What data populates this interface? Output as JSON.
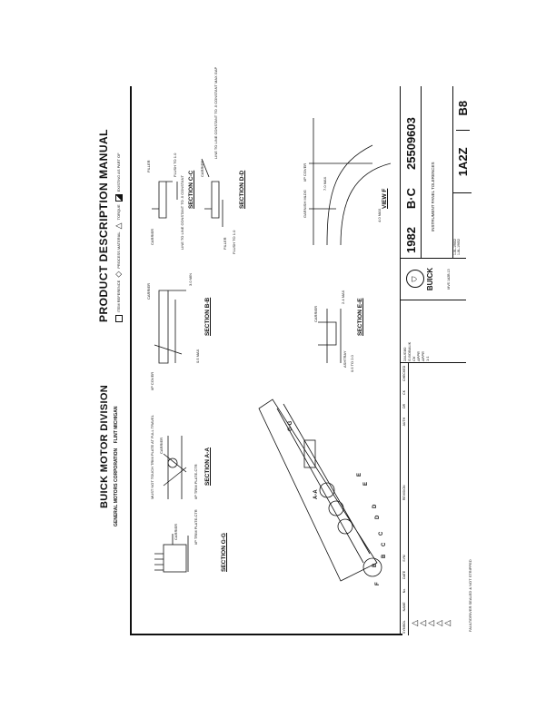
{
  "header": {
    "division": "BUICK MOTOR DIVISION",
    "corporation": "GENERAL MOTORS CORPORATION",
    "location": "FLINT MICHIGAN",
    "manual_title": "PRODUCT DESCRIPTION MANUAL",
    "legend": [
      "ITEM REFERENCE",
      "PROCESS MATERIAL",
      "TORQUE",
      "EXISTING AS PART OF"
    ]
  },
  "sections": {
    "gg": {
      "title": "SECTION G-G",
      "labels": [
        "CARRIER",
        "I/P TRIM PLATE-CTR"
      ]
    },
    "aa": {
      "title": "SECTION A-A",
      "labels": [
        "MUST NOT TOUCH TRIM PLATE AT FULL TRAVEL",
        "CARRIER",
        "I/P TRIM PLATE-CTR"
      ]
    },
    "bb": {
      "title": "SECTION B-B",
      "labels": [
        "I/P COVER",
        "CARRIER",
        "3.0 MIN",
        "0.5 MAX"
      ]
    },
    "cc": {
      "title": "SECTION C-C",
      "labels": [
        "CARRIER",
        "FILLER",
        "FLUSH TO 1.0",
        "LINE TO LINE CONSTANT TO .5 CONSTANT"
      ]
    },
    "dd": {
      "title": "SECTION D-D",
      "labels": [
        "FILLER",
        "CARRIER",
        "FLUSH TO 1.0",
        "LINE TO LINE CONSTANT TO .5 CONSTANT MAX GAP"
      ]
    },
    "ee": {
      "title": "SECTION E-E",
      "labels": [
        "CARRIER",
        "2.4 MAX",
        "0.5 TO 2.0",
        "ASHTRAY"
      ]
    },
    "f": {
      "title": "VIEW F",
      "labels": [
        "GARNISH MLDG",
        "I/P COVER",
        "7.0 MAX",
        "4.0 MAX"
      ]
    },
    "dash_callouts": [
      "G-G",
      "A-A",
      "E",
      "E",
      "D",
      "D",
      "C",
      "C",
      "B",
      "B",
      "F"
    ]
  },
  "title_block": {
    "rev_headers": [
      "SYMBOL",
      "NAME",
      "No.",
      "DATE",
      "SYM",
      "REVISION",
      "AUTH",
      "DR",
      "CK",
      "CHECKED"
    ],
    "date": "2AUG80",
    "drawn": "G.BOBALIK",
    "signatures": [
      "CK",
      "APPR",
      "APPR"
    ],
    "scale": "1:1",
    "ref": "MVS 1A2B-13",
    "brand": "BUICK",
    "year": "1982",
    "series": "B·C",
    "drawing_no": "25509603",
    "title": "INSTRUMENT PANEL TOLERENCES",
    "refs": [
      "1-8L-19602",
      "1-8L-19652"
    ],
    "code": "1A2Z",
    "sheet": "B8",
    "footer_note": "FAULT/DRIVER SEALED & NOT STRIPPED"
  }
}
